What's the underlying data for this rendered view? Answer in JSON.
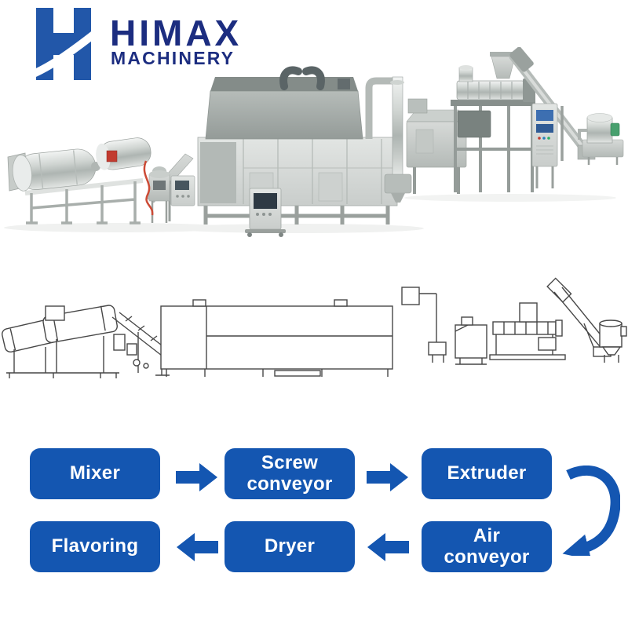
{
  "logo": {
    "brand": "HIMAX",
    "subtitle": "MACHINERY",
    "mark_color": "#2257a9",
    "text_color": "#1c2d80"
  },
  "colors": {
    "flow_blue": "#1456b1",
    "machine_light": "#d8dbd9",
    "machine_mid": "#b9bfbc",
    "machine_dark": "#5a6466",
    "drawing_stroke": "#474747",
    "accent_red": "#c23b2f",
    "accent_green": "#48a06e",
    "screen_blue": "#3d6fb1"
  },
  "photo": {
    "description": "Photo of stainless steel food extruder production line: flavoring drum, inclined conveyor, dryer oven with exhaust ducts, air pipe, cutter, extruder, control cabinet, screw conveyor and flour mixer"
  },
  "drawing": {
    "description": "Outline side-elevation line drawing of the same production line"
  },
  "flowchart": {
    "row1_direction": "right",
    "row2_direction": "left",
    "row1": [
      {
        "label": "Mixer"
      },
      {
        "label": "Screw conveyor"
      },
      {
        "label": "Extruder"
      }
    ],
    "row2": [
      {
        "label": "Flavoring"
      },
      {
        "label": "Dryer"
      },
      {
        "label": "Air conveyor"
      }
    ]
  }
}
